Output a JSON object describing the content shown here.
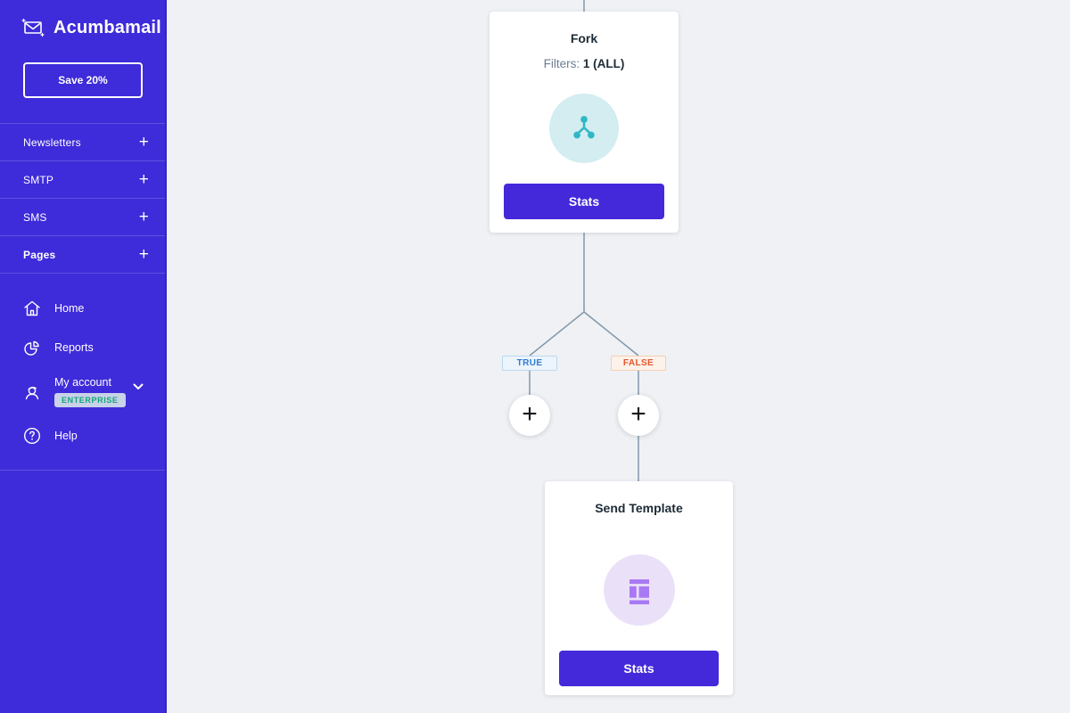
{
  "colors": {
    "sidebar_bg": "#3e2bd9",
    "accent_button": "#4429da",
    "canvas_bg": "#eff1f4",
    "connector_line": "#8397ab",
    "fork_icon": "#30b7c6",
    "fork_icon_bg": "#d3edf1",
    "template_icon": "#a879f2",
    "template_icon_bg": "#eae1f9",
    "true_color": "#2e7cd3",
    "false_color": "#e4552e",
    "enterprise_badge_text": "#14a57c"
  },
  "sidebar": {
    "logo_text": "Acumbamail",
    "save_button_label": "Save 20%",
    "add_icon": "+",
    "sections": [
      {
        "label": "Newsletters"
      },
      {
        "label": "SMTP"
      },
      {
        "label": "SMS"
      },
      {
        "label": "Pages"
      }
    ],
    "menu": [
      {
        "label": "Home"
      },
      {
        "label": "Reports"
      },
      {
        "label": "My account",
        "badge": "ENTERPRISE"
      },
      {
        "label": "Help"
      }
    ]
  },
  "flow": {
    "fork": {
      "title": "Fork",
      "filters_label": "Filters:",
      "filters_value": "1 (ALL)",
      "stats_label": "Stats"
    },
    "branches": {
      "true_label": "TRUE",
      "false_label": "FALSE"
    },
    "add_step_icon": "+",
    "send_template": {
      "title": "Send Template",
      "stats_label": "Stats"
    }
  }
}
